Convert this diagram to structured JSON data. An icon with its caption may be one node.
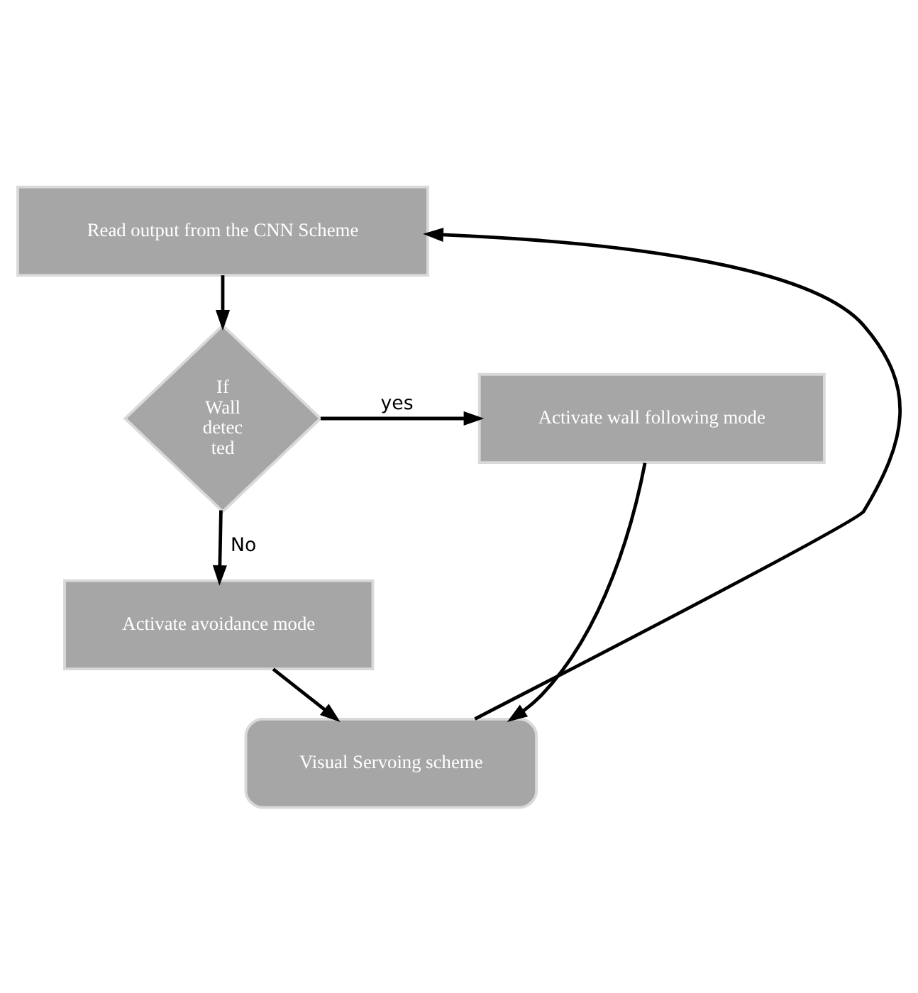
{
  "diagram": {
    "nodes": [
      {
        "text": [
          "Read output from the CNN Scheme"
        ]
      },
      {
        "text": [
          "If Wall detec ted"
        ]
      },
      {
        "text": [
          "Activate wall following mode"
        ]
      },
      {
        "text": [
          "Activate avoidance mode"
        ]
      },
      {
        "text": [
          "Visual Servoing scheme"
        ]
      }
    ],
    "edges": [
      {
        "from": 0,
        "to": 1,
        "arrow": "to"
      },
      {
        "from": 1,
        "to": 2,
        "arrow": "to",
        "label": "yes"
      },
      {
        "from": 1,
        "to": 3,
        "arrow": "to",
        "label": "No"
      },
      {
        "from": 3,
        "to": 4,
        "arrow": "to"
      },
      {
        "from": 2,
        "to": 4,
        "arrow": "to"
      },
      {
        "from": 4,
        "to": 0,
        "arrow": "to"
      }
    ]
  }
}
